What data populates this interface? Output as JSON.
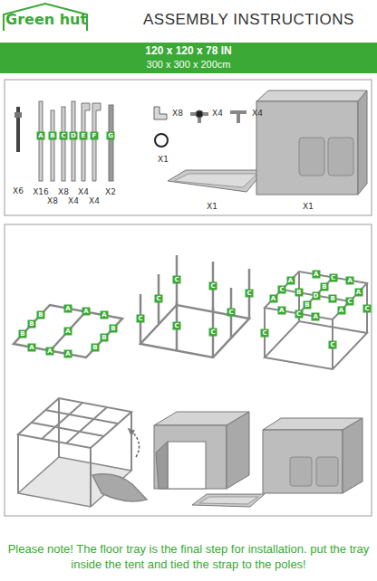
{
  "diagram": {
    "title": "ASSEMBLY INSTRUCTIONS",
    "caption": "Please note! The floor tray is the final step for installation. put the tray inside the tent and tied the strap to the poles!",
    "nodes": [
      {
        "text": [
          "120 x 120 x 78 IN",
          "300 x 300 x 200cm"
        ]
      }
    ],
    "labels": [
      "Green hut",
      "X6",
      "A",
      "B",
      "C",
      "D",
      "E",
      "F",
      "G",
      "X16",
      "X8",
      "X8",
      "X4",
      "X4",
      "X4",
      "X2",
      "X8",
      "X4",
      "X4",
      "X1",
      "X1",
      "X1",
      "A",
      "A",
      "A",
      "B",
      "B",
      "B",
      "A",
      "A",
      "A",
      "B",
      "B",
      "B",
      "A",
      "C",
      "C",
      "C",
      "C",
      "C",
      "C",
      "C",
      "C",
      "A",
      "A",
      "A",
      "A",
      "A",
      "A",
      "A",
      "A",
      "B",
      "B",
      "B",
      "B",
      "D",
      "C",
      "C",
      "C",
      "C",
      "C",
      "C",
      "C"
    ]
  }
}
